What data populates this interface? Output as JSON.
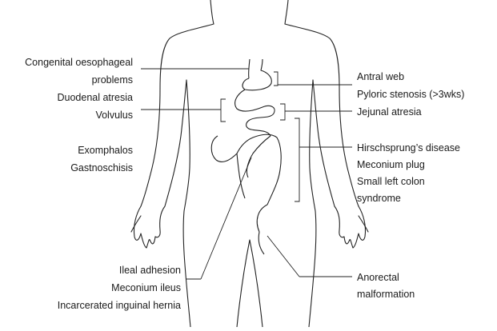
{
  "labels": {
    "oesophageal_line1": "Congenital oesophageal",
    "oesophageal_line2": "problems",
    "duodenal": "Duodenal atresia",
    "volvulus": "Volvulus",
    "exomphalos": "Exomphalos",
    "gastroschisis": "Gastnoschisis",
    "ileal_adhesion": "Ileal adhesion",
    "meconium_ileus": "Meconium ileus",
    "inguinal_hernia": "Incarcerated inguinal hernia",
    "antral_web": "Antral web",
    "pyloric_stenosis": "Pyloric stenosis (>3wks)",
    "jejunal_atresia": "Jejunal atresia",
    "hirschsprung": "Hirschsprung’s disease",
    "meconium_plug": "Meconium plug",
    "small_left_colon_1": "Small left colon",
    "small_left_colon_2": "syndrome",
    "anorectal_1": "Anorectal",
    "anorectal_2": "malformation"
  },
  "colors": {
    "line": "#222222",
    "text": "#1a1a1a",
    "background": "#ffffff"
  }
}
